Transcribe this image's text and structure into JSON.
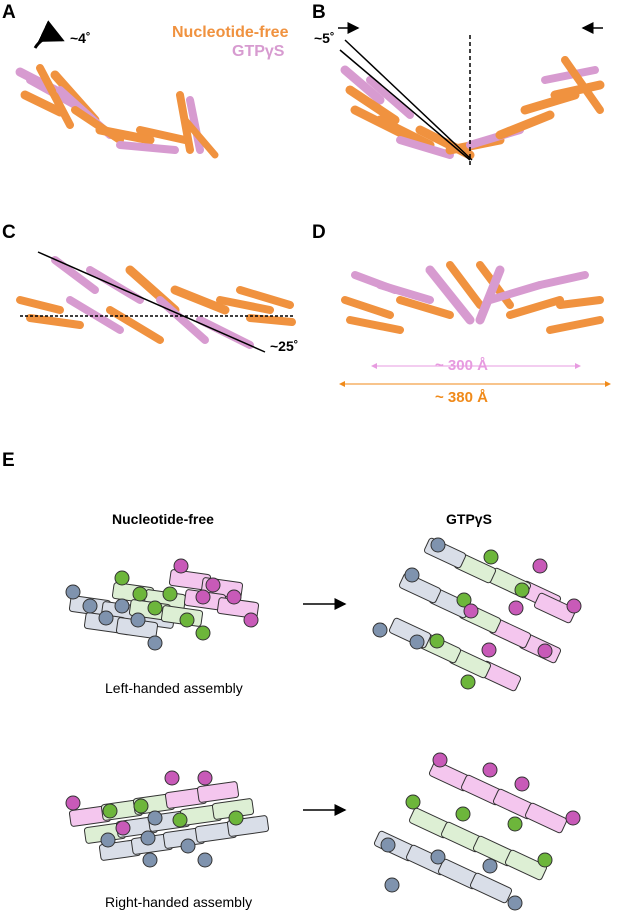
{
  "panels": {
    "a": {
      "letter": "A",
      "angle": "~4˚"
    },
    "b": {
      "letter": "B",
      "angle": "~5˚"
    },
    "c": {
      "letter": "C",
      "angle": "~25˚"
    },
    "d": {
      "letter": "D",
      "dim_pink": "~ 300 Å",
      "dim_orange": "~ 380 Å"
    },
    "e": {
      "letter": "E"
    }
  },
  "legend": {
    "nucleotide_free": "Nucleotide-free",
    "gtp": "GTPγS"
  },
  "schematic": {
    "col_left": "Nucleotide-free",
    "col_right": "GTPγS",
    "left_handed": "Left-handed assembly",
    "right_handed": "Right-handed assembly"
  },
  "colors": {
    "orange": "#F0923F",
    "pink": "#D79BD0",
    "gray_box": "#D9DEE8",
    "gray_ball": "#7F93AE",
    "green_box": "#DDEFD4",
    "green_ball": "#6DB63B",
    "pink_box": "#F4C6EE",
    "pink_ball": "#C85AB8"
  }
}
